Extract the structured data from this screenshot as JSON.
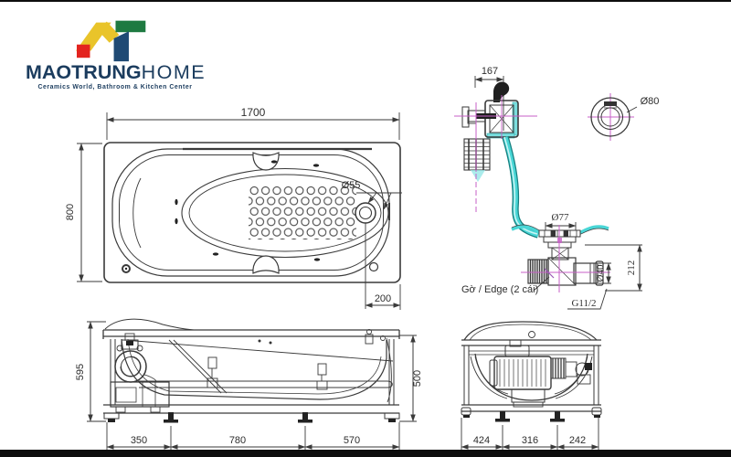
{
  "page": {
    "background": "#ffffff",
    "frame_bar_color": "#0d0d0d"
  },
  "logo": {
    "brand_bold": "MAOTRUNG",
    "brand_light": "HOME",
    "tagline": "Ceramics World, Bathroom & Kitchen Center",
    "navy": "#1b3c5e",
    "mark_colors": {
      "yellow": "#e9c42a",
      "green": "#1e7a41",
      "blue": "#1f4a74",
      "red": "#e3241f"
    }
  },
  "drawing": {
    "line_color": "#3a3a3a",
    "hose_color": "#49d6d6",
    "centerline_color": "#c75fc7",
    "top_view": {
      "length": "1700",
      "width": "800",
      "drain_diameter": "Ø55",
      "drain_edge_offset": "200"
    },
    "overflow_valve": {
      "width": "167"
    },
    "overflow_cover": {
      "diameter": "Ø80"
    },
    "drain_assembly": {
      "flange_diameter": "Ø77",
      "pipe_diameter": "Ø40",
      "height": "212",
      "thread_size": "G11/2",
      "edge_note": "Gờ / Edge (2 cái)"
    },
    "side_view": {
      "overall_height": "595",
      "shell_height": "500",
      "foot_spans": [
        "350",
        "780",
        "570"
      ]
    },
    "end_view": {
      "foot_spans": [
        "424",
        "316",
        "242"
      ]
    }
  }
}
